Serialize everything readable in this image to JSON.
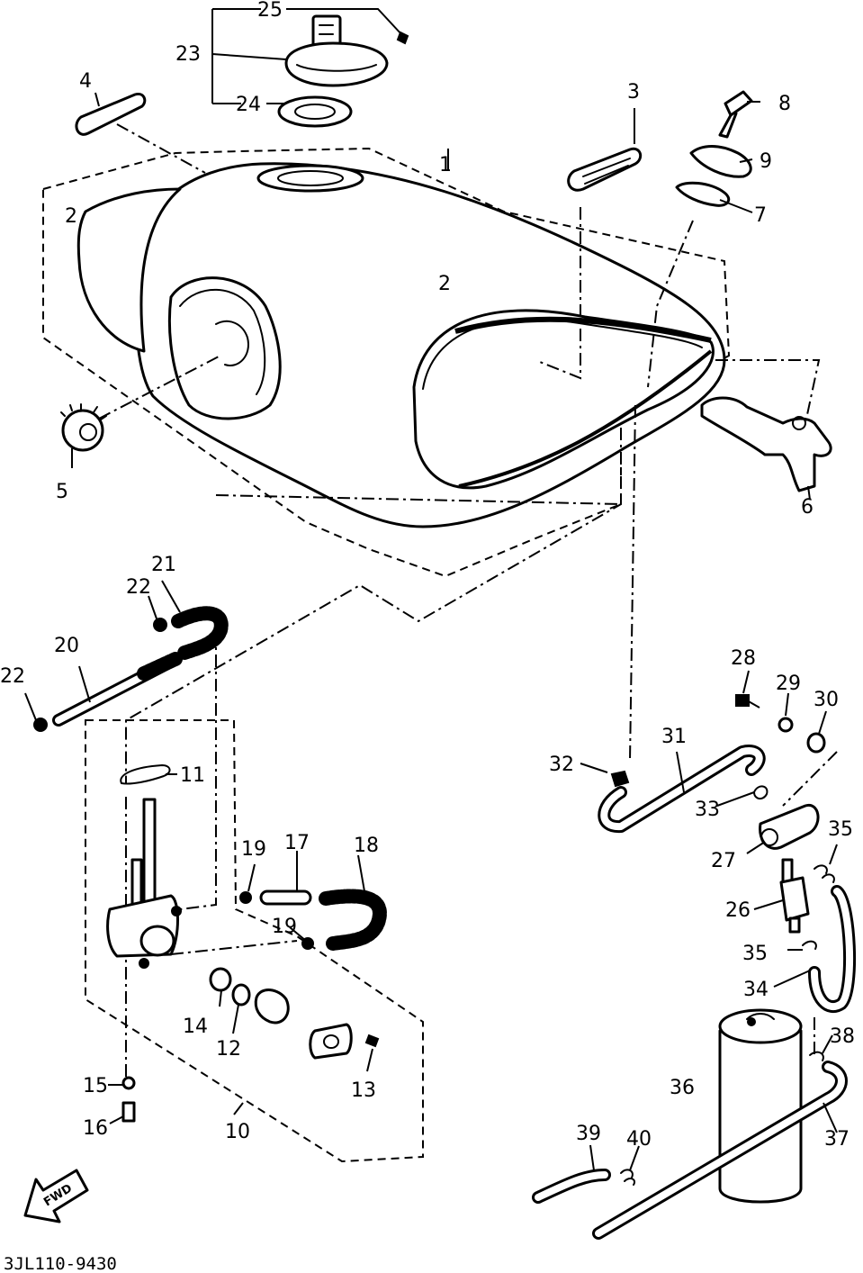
{
  "diagram": {
    "code": "3JL110-9430",
    "forward_arrow_label": "FWD",
    "callouts": {
      "c1": "1",
      "c2a": "2",
      "c2b": "2",
      "c3": "3",
      "c4": "4",
      "c5": "5",
      "c6": "6",
      "c7": "7",
      "c8": "8",
      "c9": "9",
      "c10": "10",
      "c11": "11",
      "c12": "12",
      "c13": "13",
      "c14": "14",
      "c15": "15",
      "c16": "16",
      "c17": "17",
      "c18": "18",
      "c19a": "19",
      "c19b": "19",
      "c20": "20",
      "c21": "21",
      "c22a": "22",
      "c22b": "22",
      "c23": "23",
      "c24": "24",
      "c25": "25",
      "c26": "26",
      "c27": "27",
      "c28": "28",
      "c29": "29",
      "c30": "30",
      "c31": "31",
      "c32": "32",
      "c33": "33",
      "c34": "34",
      "c35a": "35",
      "c35b": "35",
      "c36": "36",
      "c37": "37",
      "c38": "38",
      "c39": "39",
      "c40": "40"
    }
  }
}
